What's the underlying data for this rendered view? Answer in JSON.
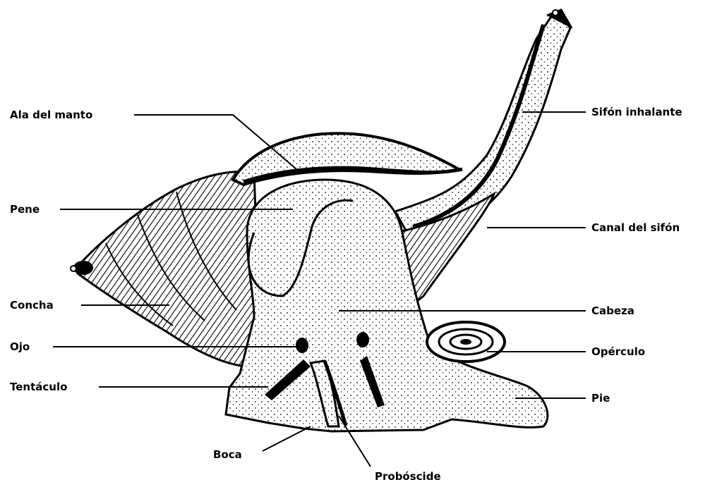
{
  "labels": {
    "ala_del_manto": "Ala del manto",
    "pene": "Pene",
    "concha": "Concha",
    "ojo": "Ojo",
    "tentaculo": "Tentáculo",
    "boca": "Boca",
    "proboscide": "Probóscide",
    "sifon_inhalante": "Sifón inhalante",
    "canal_del_sifon": "Canal del sifón",
    "cabeza": "Cabeza",
    "operculo": "Opérculo",
    "pie": "Pie"
  },
  "colors": {
    "ink": "#000000",
    "paper": "#ffffff"
  }
}
